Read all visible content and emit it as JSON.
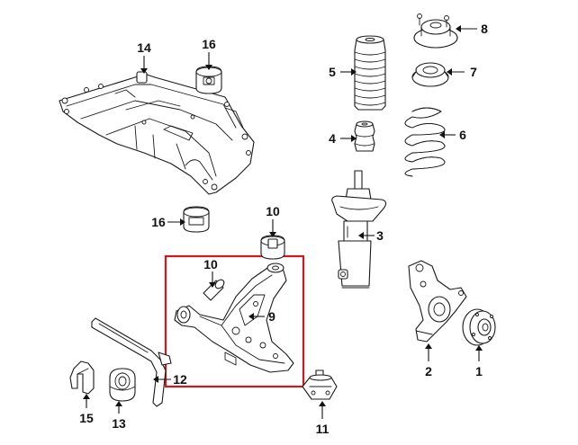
{
  "callouts": [
    {
      "id": "c1",
      "text": "1"
    },
    {
      "id": "c2",
      "text": "2"
    },
    {
      "id": "c3",
      "text": "3"
    },
    {
      "id": "c4",
      "text": "4"
    },
    {
      "id": "c5",
      "text": "5"
    },
    {
      "id": "c6",
      "text": "6"
    },
    {
      "id": "c7",
      "text": "7"
    },
    {
      "id": "c8",
      "text": "8"
    },
    {
      "id": "c9",
      "text": "9"
    },
    {
      "id": "c10a",
      "text": "10"
    },
    {
      "id": "c10b",
      "text": "10"
    },
    {
      "id": "c11",
      "text": "11"
    },
    {
      "id": "c12",
      "text": "12"
    },
    {
      "id": "c13",
      "text": "13"
    },
    {
      "id": "c14",
      "text": "14"
    },
    {
      "id": "c15",
      "text": "15"
    },
    {
      "id": "c16a",
      "text": "16"
    },
    {
      "id": "c16b",
      "text": "16"
    }
  ],
  "colors": {
    "highlight_box": "#d0191f",
    "ink": "#1a1a1a"
  }
}
